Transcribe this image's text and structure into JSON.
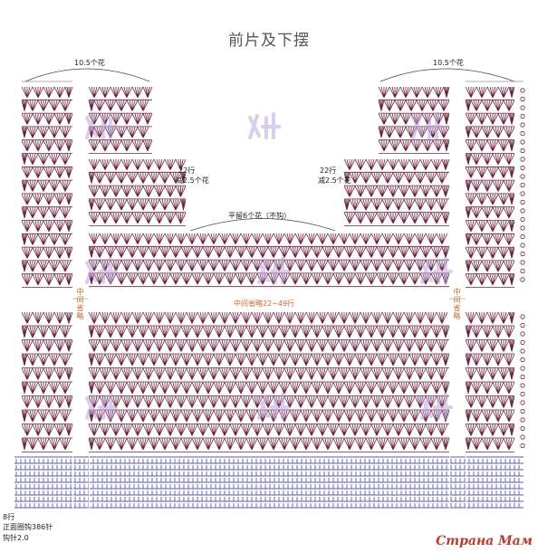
{
  "title": "前片及下摆",
  "labels": {
    "left_top": "10.5个花",
    "right_top": "10.5个花",
    "left_dec_rows": "22行",
    "left_dec_flowers": "减2.5个花",
    "right_dec_rows": "22行",
    "right_dec_flowers": "减2.5个花",
    "center_flat": "平留6个花（不钩）",
    "center_omit": "中间省略22~49行",
    "left_vertical": "中间省略",
    "right_vertical": "中间省略",
    "bottom_rows": "8行",
    "bottom_stitches": "正面圈钩386针",
    "hook": "钩针2.0",
    "brand": "Страна Мам"
  },
  "colors": {
    "stitch": "#6b2340",
    "ribbing": "#5a57b8",
    "guide": "#9999cc",
    "note": "#c9682a",
    "watermark": "#b9a6e0"
  }
}
